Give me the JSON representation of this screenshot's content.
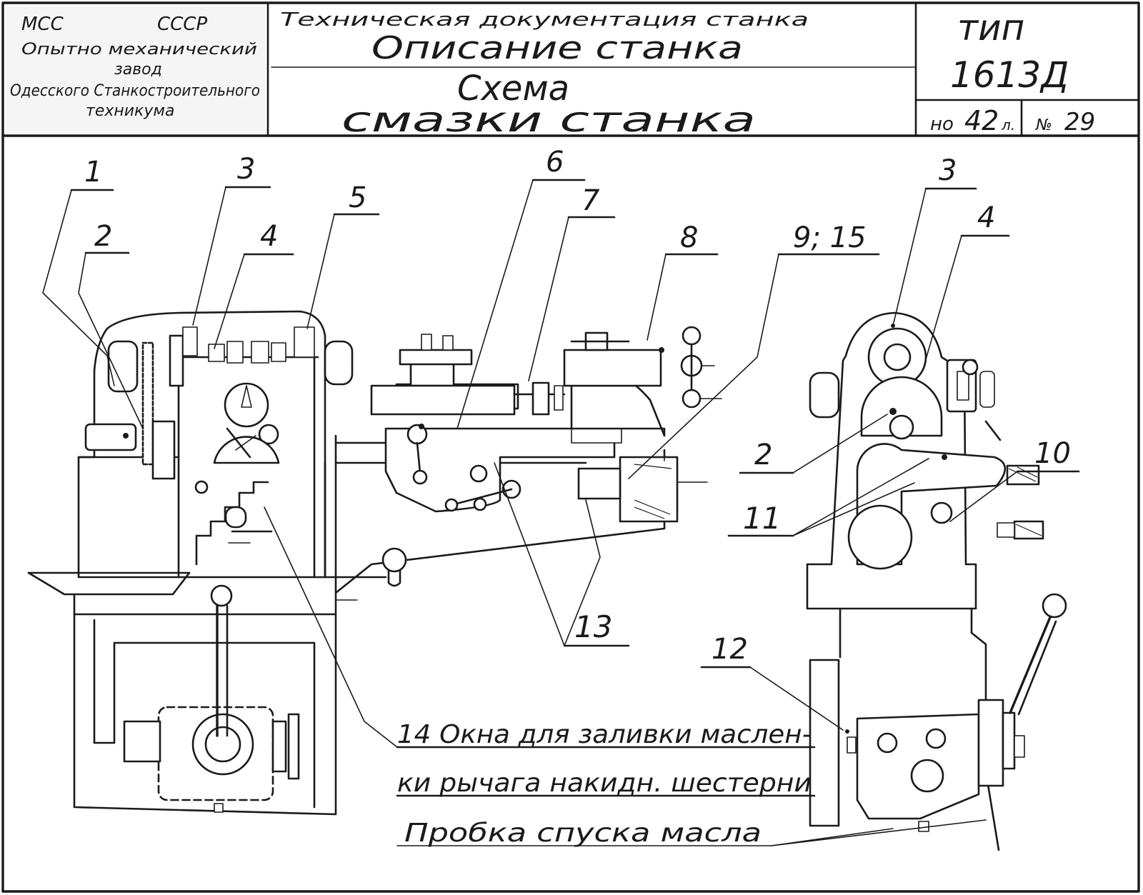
{
  "title_block": {
    "org": {
      "line1_left": "МСС",
      "line1_right": "СССР",
      "line2": "Опытно механический",
      "line3": "завод",
      "line4": "Одесского Станкостроительного",
      "line5": "техникума"
    },
    "doc_top": "Техническая документация станка",
    "doc_title": "Описание станка",
    "scheme_line1": "Схема",
    "scheme_line2": "смазки станка",
    "type_label": "тип",
    "type_value": "1613Д",
    "sheet_a_prefix": "но",
    "sheet_a_value": "42",
    "sheet_a_suffix": "л.",
    "sheet_b_prefix": "№",
    "sheet_b_value": "29"
  },
  "callouts": {
    "front": [
      "1",
      "2",
      "3",
      "4",
      "5",
      "6",
      "7",
      "8",
      "9; 15",
      "13"
    ],
    "side": [
      "3",
      "4",
      "2",
      "10",
      "11",
      "12"
    ]
  },
  "notes": {
    "line1": "14 Окна для заливки маслен-",
    "line2": "ки рычага накидн. шестерни",
    "line3": "Пробка спуска масла"
  }
}
